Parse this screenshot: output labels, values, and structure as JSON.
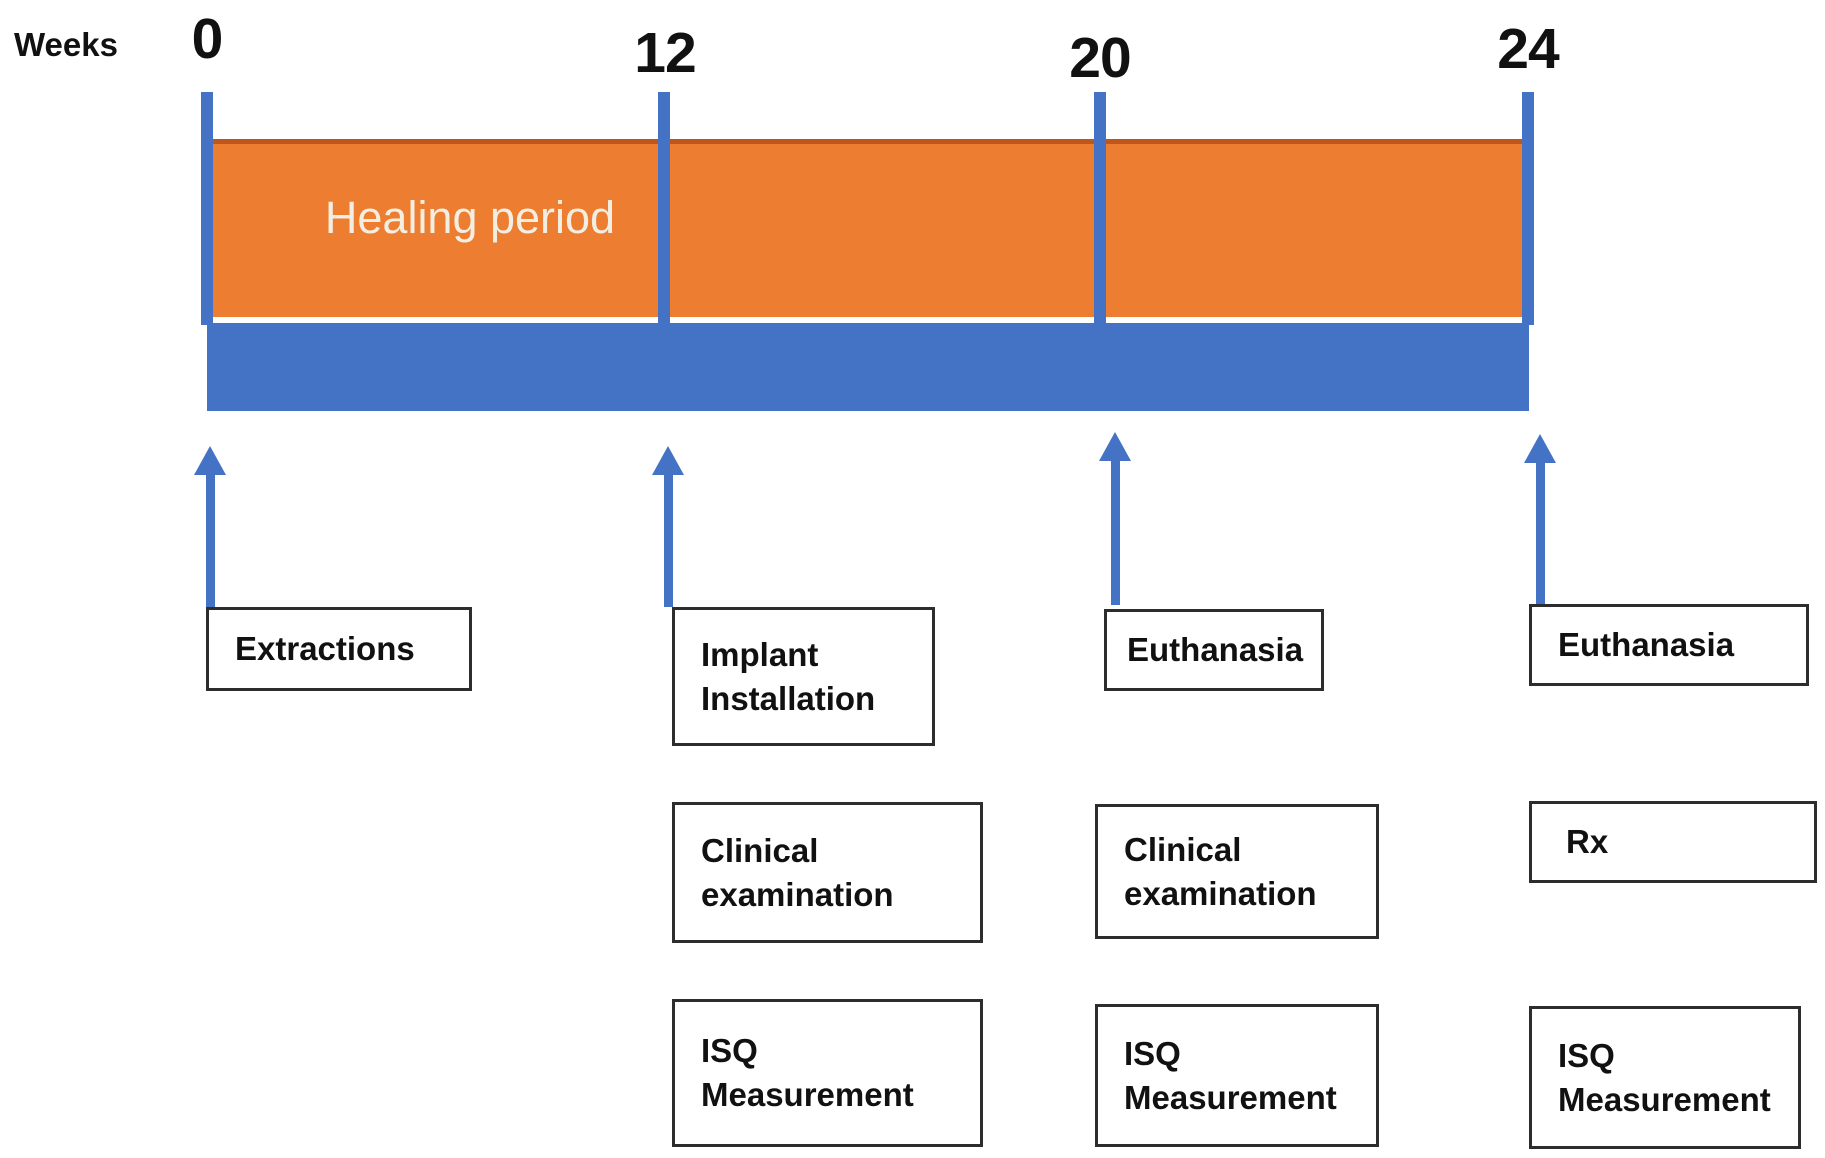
{
  "axis": {
    "label": "Weeks"
  },
  "healing_label": "Healing period",
  "schedule": [
    {
      "week": "0",
      "events": [
        "Extractions"
      ]
    },
    {
      "week": "12",
      "events": [
        "Implant\nInstallation",
        "Clinical\nexamination",
        "ISQ\nMeasurement"
      ]
    },
    {
      "week": "20",
      "events": [
        "Euthanasia",
        "Clinical\nexamination",
        "ISQ\nMeasurement"
      ]
    },
    {
      "week": "24",
      "events": [
        "Euthanasia",
        "Rx",
        "ISQ\nMeasurement"
      ]
    }
  ],
  "colors": {
    "healing_bar_orange": "#ED7D31",
    "healing_bar_top_border": "#C0561B",
    "timeline_blue": "#4472C4",
    "box_border": "#2D2D2D",
    "healing_text": "#F3EEE2",
    "label_text": "#111111"
  }
}
